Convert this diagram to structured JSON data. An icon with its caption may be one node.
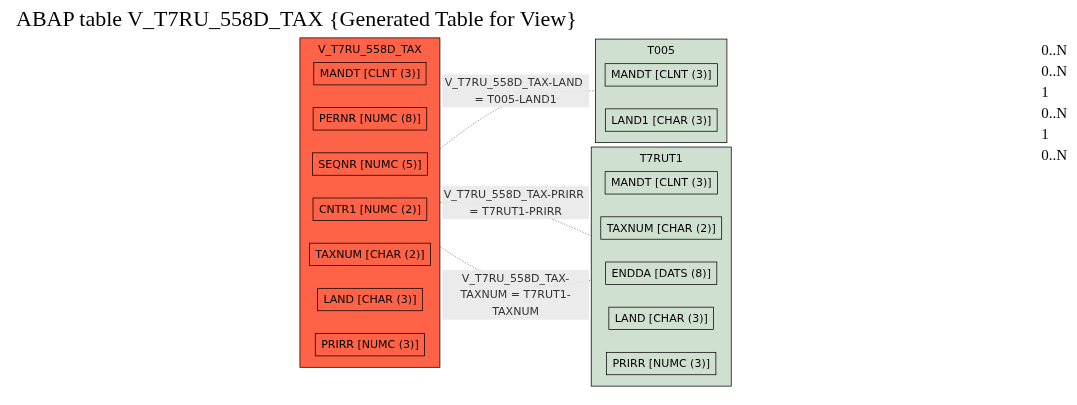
{
  "diagram": {
    "title": "ABAP table V_T7RU_558D_TAX {Generated Table for View}",
    "nodes": [
      {
        "text": [
          "V_T7RU_558D_TAX"
        ]
      },
      {
        "text": [
          "MANDT [CLNT (3)]"
        ],
        "in": 0
      },
      {
        "text": [
          "PERNR [NUMC (8)]"
        ],
        "in": 0
      },
      {
        "text": [
          "SEQNR [NUMC (5)]"
        ],
        "in": 0
      },
      {
        "text": [
          "CNTR1 [NUMC (2)]"
        ],
        "in": 0
      },
      {
        "text": [
          "TAXNUM [CHAR (2)]"
        ],
        "in": 0
      },
      {
        "text": [
          "LAND [CHAR (3)]"
        ],
        "in": 0
      },
      {
        "text": [
          "PRIRR [NUMC (3)]"
        ],
        "in": 0
      },
      {
        "text": [
          "T005"
        ]
      },
      {
        "text": [
          "MANDT [CLNT (3)]"
        ],
        "in": 8
      },
      {
        "text": [
          "LAND1 [CHAR (3)]"
        ],
        "in": 8
      },
      {
        "text": [
          "T7RUT1"
        ]
      },
      {
        "text": [
          "MANDT [CLNT (3)]"
        ],
        "in": 11
      },
      {
        "text": [
          "TAXNUM [CHAR (2)]"
        ],
        "in": 11
      },
      {
        "text": [
          "ENDDA [DATS (8)]"
        ],
        "in": 11
      },
      {
        "text": [
          "LAND [CHAR (3)]"
        ],
        "in": 11
      },
      {
        "text": [
          "PRIRR [NUMC (3)]"
        ],
        "in": 11
      }
    ],
    "edges": [
      {
        "from": 0,
        "to": 8,
        "arrow": "none",
        "style": "dashed",
        "label": "V_T7RU_558D_TAX-LAND = T005-LAND1"
      },
      {
        "from": 0,
        "to": 11,
        "arrow": "none",
        "style": "dashed",
        "label": "V_T7RU_558D_TAX-PRIRR = T7RUT1-PRIRR"
      },
      {
        "from": 0,
        "to": 11,
        "arrow": "none",
        "style": "dashed",
        "label": "V_T7RU_558D_TAX-TAXNUM = T7RUT1-TAXNUM"
      }
    ],
    "labels": [
      "0..N",
      "0..N",
      "1",
      "0..N",
      "1",
      "0..N"
    ]
  }
}
